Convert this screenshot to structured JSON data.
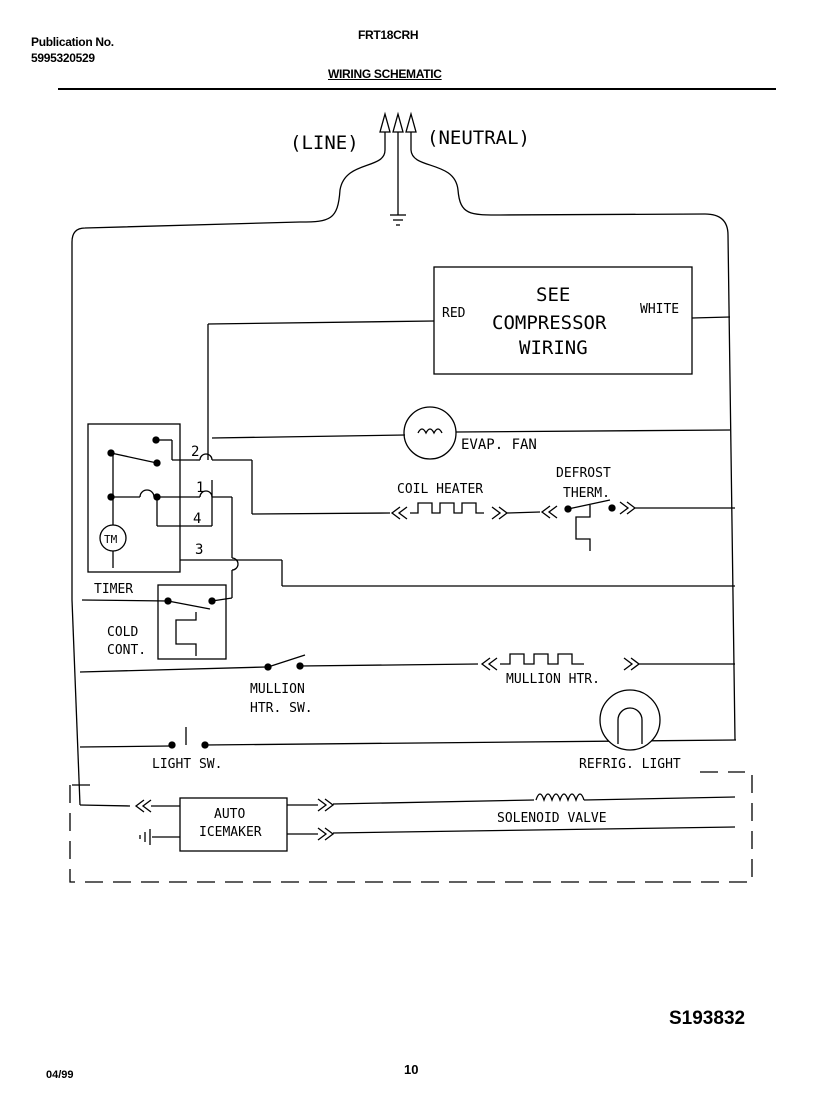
{
  "header": {
    "publication_label": "Publication No.",
    "publication_number": "5995320529",
    "model": "FRT18CRH",
    "section_title": "WIRING SCHEMATIC"
  },
  "diagram": {
    "supply": {
      "line": "(LINE)",
      "neutral": "(NEUTRAL)"
    },
    "compressor": {
      "line1": "SEE",
      "line2": "COMPRESSOR",
      "line3": "WIRING",
      "red": "RED",
      "white": "WHITE"
    },
    "evap_fan": "EVAP. FAN",
    "coil_heater": "COIL HEATER",
    "defrost_therm": {
      "line1": "DEFROST",
      "line2": "THERM."
    },
    "timer": {
      "label": "TIMER",
      "motor": "TM",
      "terminals": [
        "2",
        "1",
        "4",
        "3"
      ]
    },
    "cold_control": {
      "line1": "COLD",
      "line2": "CONT."
    },
    "mullion_switch": {
      "line1": "MULLION",
      "line2": "HTR. SW."
    },
    "mullion_heater": "MULLION HTR.",
    "light_switch": "LIGHT SW.",
    "refrig_light": "REFRIG. LIGHT",
    "icemaker": {
      "line1": "AUTO",
      "line2": "ICEMAKER"
    },
    "solenoid_valve": "SOLENOID VALVE"
  },
  "footer": {
    "code": "S193832",
    "date": "04/99",
    "page": "10"
  }
}
